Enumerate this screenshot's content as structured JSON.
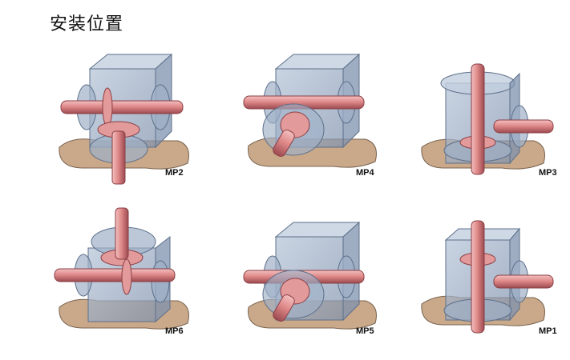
{
  "page": {
    "title": "安装位置"
  },
  "mounts": [
    {
      "id": "mp2",
      "label": "MP2"
    },
    {
      "id": "mp4",
      "label": "MP4"
    },
    {
      "id": "mp3",
      "label": "MP3"
    },
    {
      "id": "mp6",
      "label": "MP6"
    },
    {
      "id": "mp5",
      "label": "MP5"
    },
    {
      "id": "mp1",
      "label": "MP1"
    }
  ],
  "colors": {
    "shaft": "#e08a8a",
    "shaft_dark": "#b85a5e",
    "housing": "#8fa3be",
    "base": "#c9a98a"
  }
}
